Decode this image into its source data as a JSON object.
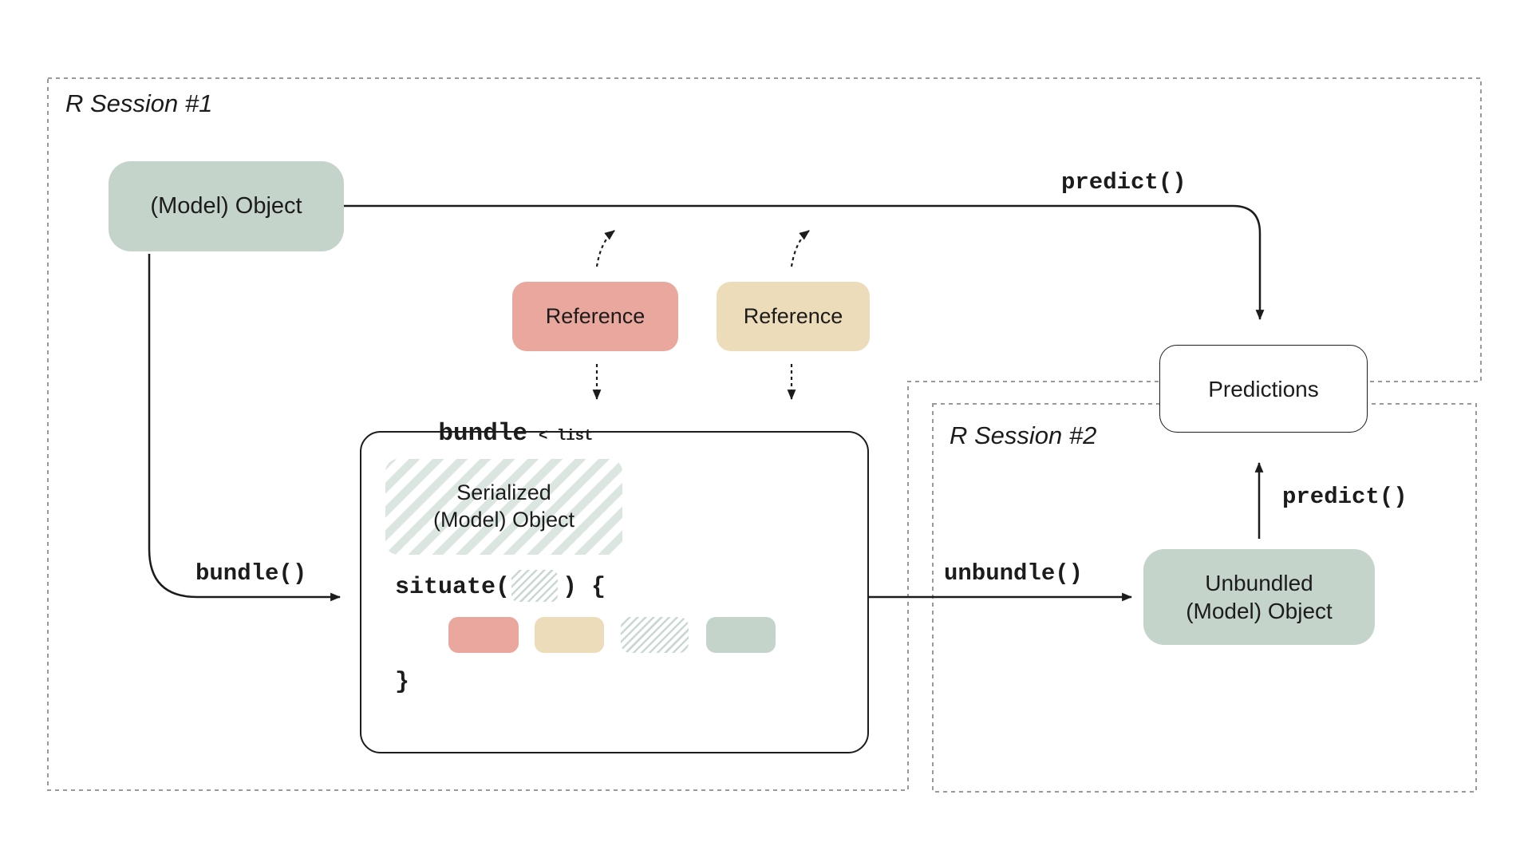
{
  "colors": {
    "ink": "#1c1c1c",
    "sage": "#c5d4cb",
    "salmon": "#e9a79d",
    "tan": "#eddcba",
    "stripe": "#dce6e0",
    "stripefine": "#c9d9d1",
    "dash": "#9a9a9a"
  },
  "sessions": {
    "session1_label": "R Session #1",
    "session2_label": "R Session #2"
  },
  "nodes": {
    "model_object": {
      "label": "(Model) Object"
    },
    "reference_red": {
      "label": "Reference"
    },
    "reference_tan": {
      "label": "Reference"
    },
    "predictions": {
      "label": "Predictions"
    },
    "serialized": {
      "line1": "Serialized",
      "line2": "(Model) Object"
    },
    "unbundled": {
      "line1": "Unbundled",
      "line2": "(Model) Object"
    }
  },
  "code_labels": {
    "predict_top": "predict()",
    "bundle_fn": "bundle()",
    "unbundle_fn": "unbundle()",
    "predict_right": "predict()",
    "bundle_var": "bundle",
    "bundle_class": "< list",
    "situate_open": "situate(",
    "situate_close": ") {",
    "closing_brace": "}"
  }
}
